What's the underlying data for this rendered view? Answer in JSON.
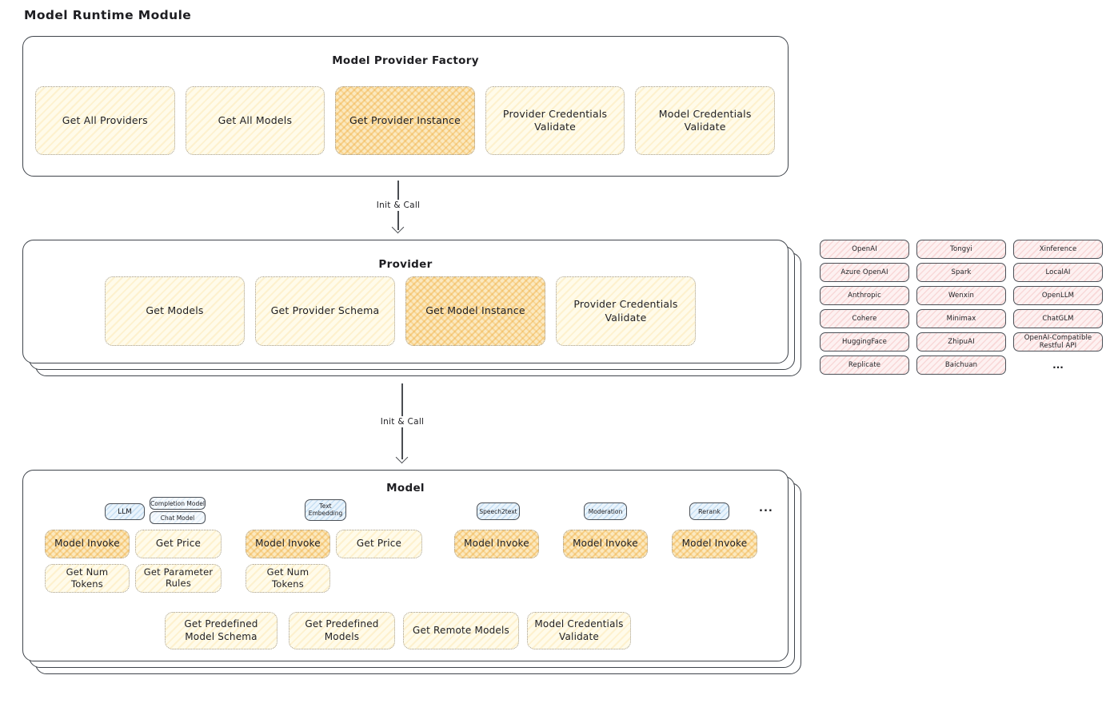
{
  "title": "Model Runtime Module",
  "arrow_label": "Init & Call",
  "colors": {
    "box_fill_light": "#fffbea",
    "box_fill_highlight": "#f7d78c",
    "vendor_fill": "#fdf1f1",
    "tag_fill": "#eaf4fc",
    "panel_outline": "#3f444b",
    "dotted_border": "#a39d92",
    "text": "#1e1e22"
  },
  "factory": {
    "title": "Model Provider Factory",
    "boxes": [
      "Get All Providers",
      "Get All Models",
      "Get Provider Instance",
      "Provider Credentials Validate",
      "Model Credentials Validate"
    ]
  },
  "provider": {
    "title": "Provider",
    "boxes": [
      "Get Models",
      "Get Provider Schema",
      "Get Model Instance",
      "Provider Credentials Validate"
    ]
  },
  "vendors": [
    "OpenAI",
    "Tongyi",
    "Xinference",
    "Azure OpenAI",
    "Spark",
    "LocalAI",
    "Anthropic",
    "Wenxin",
    "OpenLLM",
    "Cohere",
    "Minimax",
    "ChatGLM",
    "HuggingFace",
    "ZhipuAI",
    "OpenAI-Compatible Restful API",
    "Replicate",
    "Baichuan"
  ],
  "vendors_more": "...",
  "model": {
    "title": "Model",
    "tags": {
      "llm": "LLM",
      "completion_model": "Completion Model",
      "chat_model": "Chat Model",
      "text_embedding": "Text Embedding",
      "speech2text": "Speech2text",
      "moderation": "Moderation",
      "rerank": "Rerank",
      "more": "..."
    },
    "ops": {
      "model_invoke": "Model Invoke",
      "get_price": "Get Price",
      "get_num_tokens": "Get Num Tokens",
      "get_parameter_rules": "Get Parameter Rules",
      "get_predefined_model_schema": "Get Predefined Model Schema",
      "get_predefined_models": "Get Predefined Models",
      "get_remote_models": "Get Remote Models",
      "model_credentials_validate": "Model Credentials Validate"
    }
  }
}
